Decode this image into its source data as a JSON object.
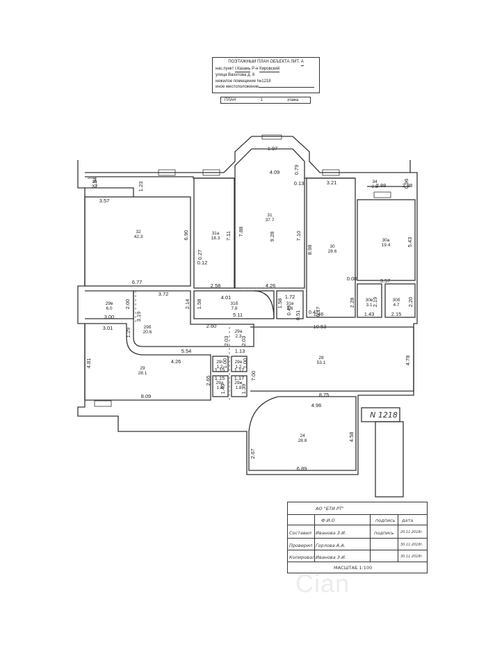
{
  "header": {
    "title": "ПОЭТАЖНЫЙ ПЛАН ОБЪЕКТА ЛИТ.",
    "lit": "А",
    "settlement_label": "нас.пункт",
    "settlement": "г.Казань",
    "district_label": "Р-н",
    "district": "Кировский",
    "street_label": "улица",
    "street": "Вахитова",
    "house_label": "д.",
    "house": "8",
    "premises_label": "нежилое помещение",
    "premises": "№1218",
    "other_label": "иное местоположение",
    "plan_label": "ПЛАН",
    "floor": "1",
    "floor_label": "этажа"
  },
  "rooms": [
    {
      "id": "32",
      "area": "42.3"
    },
    {
      "id": "31а",
      "area": "18.3"
    },
    {
      "id": "31",
      "area": "37.7"
    },
    {
      "id": "30",
      "area": "28.6"
    },
    {
      "id": "30а",
      "area": "19.4"
    },
    {
      "id": "36",
      "area": "2.7"
    },
    {
      "id": "34",
      "area": "2.8"
    },
    {
      "id": "29в",
      "area": "6.0"
    },
    {
      "id": "29б",
      "area": "20.6"
    },
    {
      "id": "31б",
      "area": "7.8"
    },
    {
      "id": "31в",
      "area": "2.6"
    },
    {
      "id": "30в",
      "area": "3.1"
    },
    {
      "id": "30б",
      "area": "4.7"
    },
    {
      "id": "29а",
      "area": "2.3"
    },
    {
      "id": "29",
      "area": "28.1"
    },
    {
      "id": "29г",
      "area": "1.2"
    },
    {
      "id": "29е",
      "area": "1.2"
    },
    {
      "id": "29д",
      "area": "1.8"
    },
    {
      "id": "29ж",
      "area": "1.8"
    },
    {
      "id": "28",
      "area": "53.1"
    },
    {
      "id": "24",
      "area": "28.8"
    }
  ],
  "dimensions": [
    "1.97",
    "4.09",
    "0.79",
    "0.13",
    "3.21",
    "2.88",
    "0.94",
    "1.23",
    "3.57",
    "6.90",
    "7.11",
    "7.88",
    "9.28",
    "7.10",
    "8.98",
    "5.43",
    "0.27",
    "0.12",
    "6.77",
    "2.58",
    "4.26",
    "0.08",
    "3.57",
    "2.88",
    "0.96",
    "3.72",
    "2.00",
    "2.14",
    "1.58",
    "4.01",
    "1.72",
    "1.58",
    "2.28",
    "2.19",
    "2.20",
    "0.42",
    "0.17",
    "0.49",
    "0.51",
    "5.11",
    "1.46",
    "1.43",
    "2.15",
    "10.53",
    "3.00",
    "3.19",
    "3.01",
    "2.60",
    "2.03",
    "2.03",
    "1.29",
    "5.54",
    "4.81",
    "4.26",
    "1.13",
    "1.00",
    "1.00",
    "1.15",
    "1.17",
    "4.78",
    "2.65",
    "1.15",
    "1.17",
    "7.00",
    "1.40",
    "1.39",
    "8.09",
    "8.75",
    "4.96",
    "4.58",
    "2.67",
    "6.89"
  ],
  "plan_label": "N 1218",
  "stamp": {
    "org": "АО \"БТИ РТ\"",
    "col_name": "Ф.И.О",
    "col_sign": "подпись",
    "col_date": "дата",
    "rows": [
      {
        "role": "Составил",
        "name": "Иванова З.И.",
        "sign": "подпись",
        "date": "20.11.2018г."
      },
      {
        "role": "Проверил",
        "name": "Горлова А.А.",
        "sign": "",
        "date": "30.11.2018г."
      },
      {
        "role": "Копировал",
        "name": "Иванова З.И.",
        "sign": "",
        "date": "30.11.2018г."
      }
    ],
    "scale": "МАСШТАБ 1:100"
  },
  "watermark": "Cian"
}
